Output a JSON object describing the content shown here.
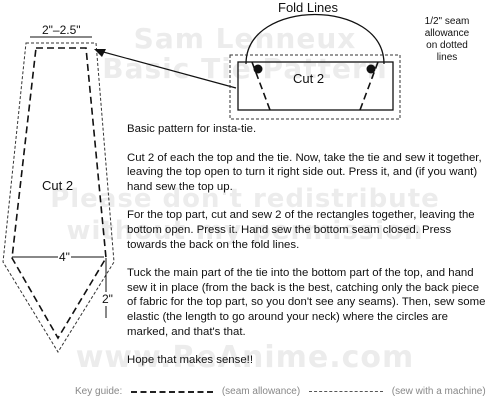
{
  "watermark": {
    "line1": "Sam Lenneux",
    "line2": "Basic Tie Pattern",
    "line3": "Please don't redistribute",
    "line4": "without my permission",
    "line5": "www.ReAnime.com"
  },
  "labels": {
    "fold_lines": "Fold Lines",
    "seam_note_1": "1/2\" seam",
    "seam_note_2": "allowance",
    "seam_note_3": "on dotted",
    "seam_note_4": "lines",
    "top_width": "2\"–2.5\"",
    "cut_top": "Cut 2",
    "cut_tie": "Cut 2",
    "bottom_width": "4\"",
    "tip_length": "2\""
  },
  "instructions": {
    "p1": "Basic pattern for insta-tie.",
    "p2": "Cut 2 of each the top and the tie. Now, take the tie and sew it together, leaving the top open to turn it right side out. Press it, and (if you want) hand sew the top up.",
    "p3": "For the top part, cut and sew 2 of the rectangles together, leaving the bottom open. Press it. Hand sew the bottom seam closed. Press towards the back on the fold lines.",
    "p4": "Tuck the main part of the tie into the bottom part of the top, and hand sew it in place (from the back is the best, catching only the back piece of fabric for the top part, so you don't see any seams). Then, sew some elastic (the length to go around your neck) where the circles are marked, and that's that.",
    "p5": "Hope that makes sense!!"
  },
  "key": {
    "label": "Key guide:",
    "seam": "(seam allowance)",
    "machine": "(sew with a machine)"
  },
  "colors": {
    "ink": "#111111",
    "watermark": "#ececec",
    "key_text": "#888888"
  }
}
